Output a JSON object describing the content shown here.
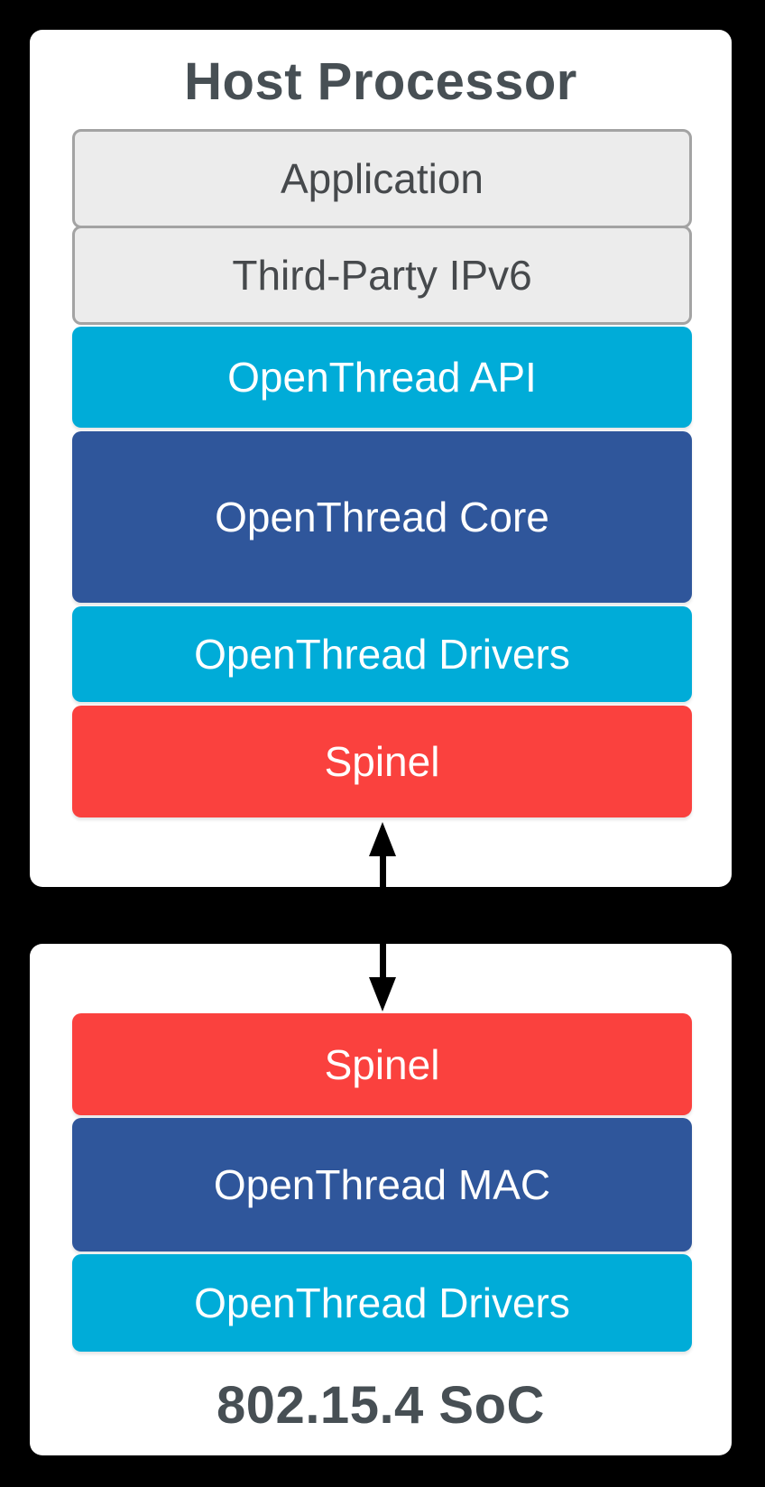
{
  "diagram": {
    "host_processor": {
      "title": "Host Processor",
      "layers": [
        {
          "label": "Application",
          "style": "gray"
        },
        {
          "label": "Third-Party IPv6",
          "style": "gray"
        },
        {
          "label": "OpenThread API",
          "style": "cyan"
        },
        {
          "label": "OpenThread Core",
          "style": "blue"
        },
        {
          "label": "OpenThread Drivers",
          "style": "cyan"
        },
        {
          "label": "Spinel",
          "style": "red"
        }
      ]
    },
    "soc": {
      "title": "802.15.4 SoC",
      "layers": [
        {
          "label": "Spinel",
          "style": "red"
        },
        {
          "label": "OpenThread MAC",
          "style": "blue"
        },
        {
          "label": "OpenThread Drivers",
          "style": "cyan"
        }
      ]
    },
    "connector": {
      "type": "bidirectional-arrow",
      "connects": [
        "Spinel (Host Processor)",
        "Spinel (802.15.4 SoC)"
      ]
    },
    "colors": {
      "background": "#000000",
      "panel": "#FFFFFF",
      "layer_gray_fill": "#ECECEC",
      "layer_gray_border": "#A3A3A3",
      "layer_cyan": "#00ACD8",
      "layer_blue": "#2F569B",
      "layer_red": "#FA413E",
      "title_text": "#474F54",
      "gray_label_text": "#46494C",
      "layer_label_text": "#FFFFFF",
      "arrow": "#000000"
    }
  }
}
